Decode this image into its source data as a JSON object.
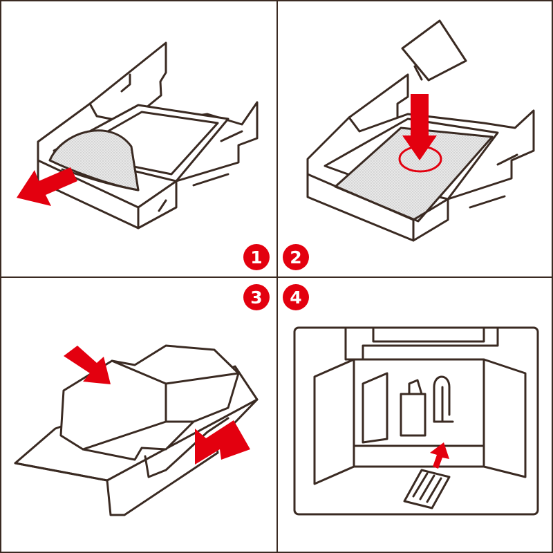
{
  "colors": {
    "line": "#3a2a22",
    "accent": "#e3000f",
    "surface": "#e8e8e8",
    "badge_text": "#ffffff",
    "background": "#ffffff"
  },
  "steps": [
    {
      "number": "1",
      "icon": "box-open-remove-pad-icon"
    },
    {
      "number": "2",
      "icon": "box-insert-pad-icon"
    },
    {
      "number": "3",
      "icon": "box-close-lid-icon"
    },
    {
      "number": "4",
      "icon": "place-in-cabinet-icon"
    }
  ]
}
